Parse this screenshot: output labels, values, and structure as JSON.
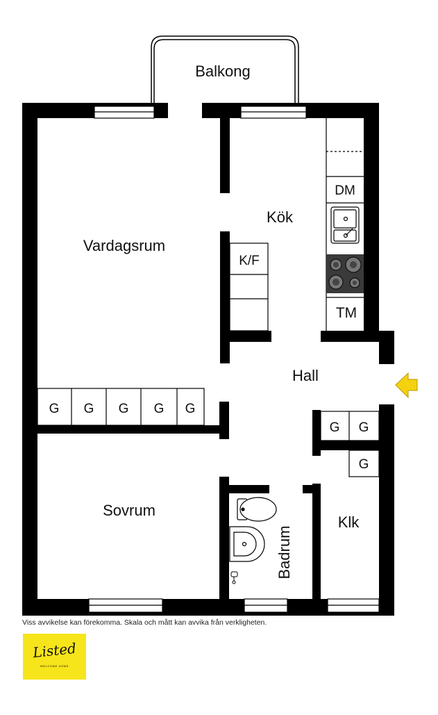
{
  "rooms": {
    "balcony": "Balkong",
    "living": "Vardagsrum",
    "kitchen": "Kök",
    "hall": "Hall",
    "bedroom": "Sovrum",
    "bathroom": "Badrum",
    "closet": "Klk"
  },
  "appliances": {
    "fridge_freezer": "K/F",
    "dishwasher": "DM",
    "dryer": "TM"
  },
  "wardrobe_label": "G",
  "disclaimer": "Viss avvikelse kan förekomma. Skala och mått kan avvika från verkligheten.",
  "logo": {
    "name": "Listed",
    "tagline": "WELCOME HOME"
  },
  "colors": {
    "wall": "#000000",
    "background": "#ffffff",
    "entrance_arrow": "#f5d20f",
    "logo_bg": "#f7e51b",
    "stove": "#3a3a3a"
  }
}
